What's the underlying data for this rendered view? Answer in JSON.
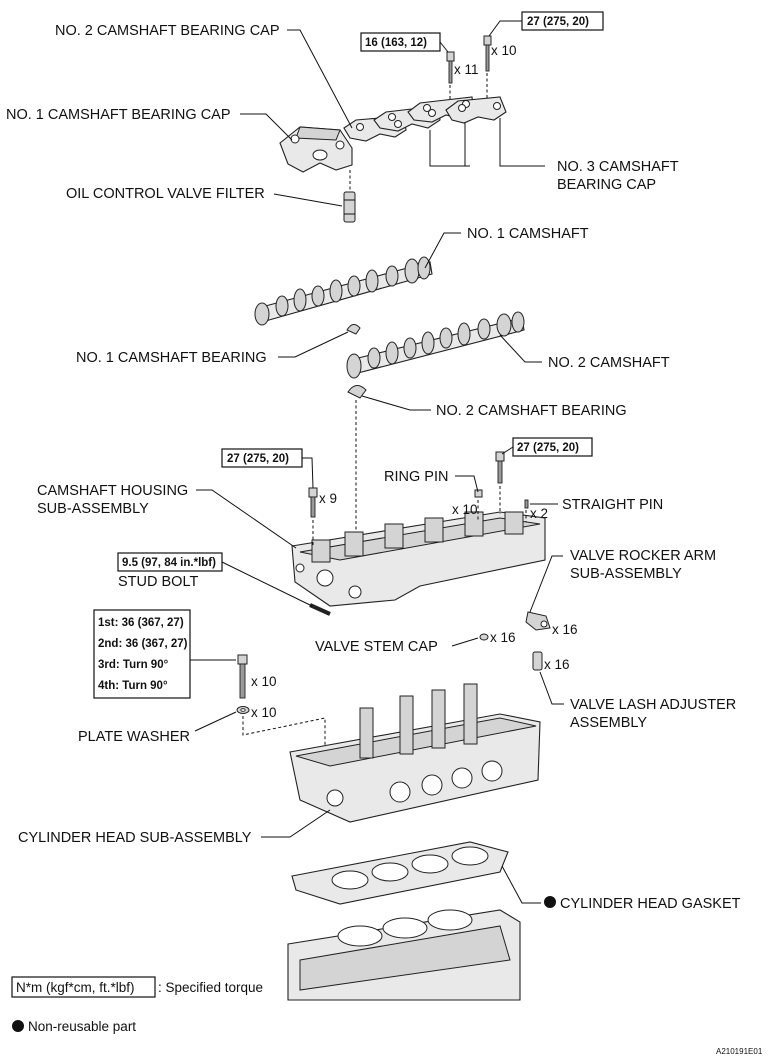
{
  "parts": {
    "no2_camshaft_bearing_cap": "NO. 2 CAMSHAFT BEARING CAP",
    "no1_camshaft_bearing_cap": "NO. 1 CAMSHAFT BEARING CAP",
    "no3_camshaft_bearing_cap_line1": "NO. 3 CAMSHAFT",
    "no3_camshaft_bearing_cap_line2": "BEARING CAP",
    "oil_control_valve_filter": "OIL CONTROL VALVE FILTER",
    "no1_camshaft": "NO. 1 CAMSHAFT",
    "no1_camshaft_bearing": "NO. 1 CAMSHAFT BEARING",
    "no2_camshaft": "NO. 2 CAMSHAFT",
    "no2_camshaft_bearing": "NO. 2 CAMSHAFT BEARING",
    "ring_pin": "RING PIN",
    "straight_pin": "STRAIGHT PIN",
    "camshaft_housing_line1": "CAMSHAFT HOUSING",
    "camshaft_housing_line2": "SUB-ASSEMBLY",
    "stud_bolt": "STUD BOLT",
    "valve_rocker_arm_line1": "VALVE ROCKER ARM",
    "valve_rocker_arm_line2": "SUB-ASSEMBLY",
    "valve_stem_cap": "VALVE STEM CAP",
    "valve_lash_adjuster_line1": "VALVE LASH ADJUSTER",
    "valve_lash_adjuster_line2": "ASSEMBLY",
    "plate_washer": "PLATE WASHER",
    "cylinder_head": "CYLINDER HEAD SUB-ASSEMBLY",
    "cylinder_head_gasket": "CYLINDER HEAD GASKET"
  },
  "torques": {
    "cap_bolt_a": "16 (163, 12)",
    "cap_bolt_b": "27 (275, 20)",
    "housing_bolt_left": "27 (275, 20)",
    "housing_bolt_right": "27 (275, 20)",
    "stud_bolt": "9.5 (97, 84 in.*lbf)",
    "head_bolt_1st": "1st: 36 (367, 27)",
    "head_bolt_2nd": "2nd: 36 (367, 27)",
    "head_bolt_3rd": "3rd: Turn 90°",
    "head_bolt_4th": "4th: Turn 90°"
  },
  "quantities": {
    "cap_bolt_a": "x 11",
    "cap_bolt_b": "x 10",
    "housing_bolt_left": "x 9",
    "ring_pin": "x 10",
    "straight_pin": "x 2",
    "rocker_arm": "x 16",
    "valve_stem_cap": "x 16",
    "lash_adjuster": "x 16",
    "head_bolt": "x 10",
    "plate_washer": "x 10"
  },
  "legend": {
    "torque_unit": "N*m (kgf*cm, ft.*lbf)",
    "torque_desc": ": Specified torque",
    "non_reusable": "Non-reusable part"
  },
  "figure_id": "A210191E01"
}
